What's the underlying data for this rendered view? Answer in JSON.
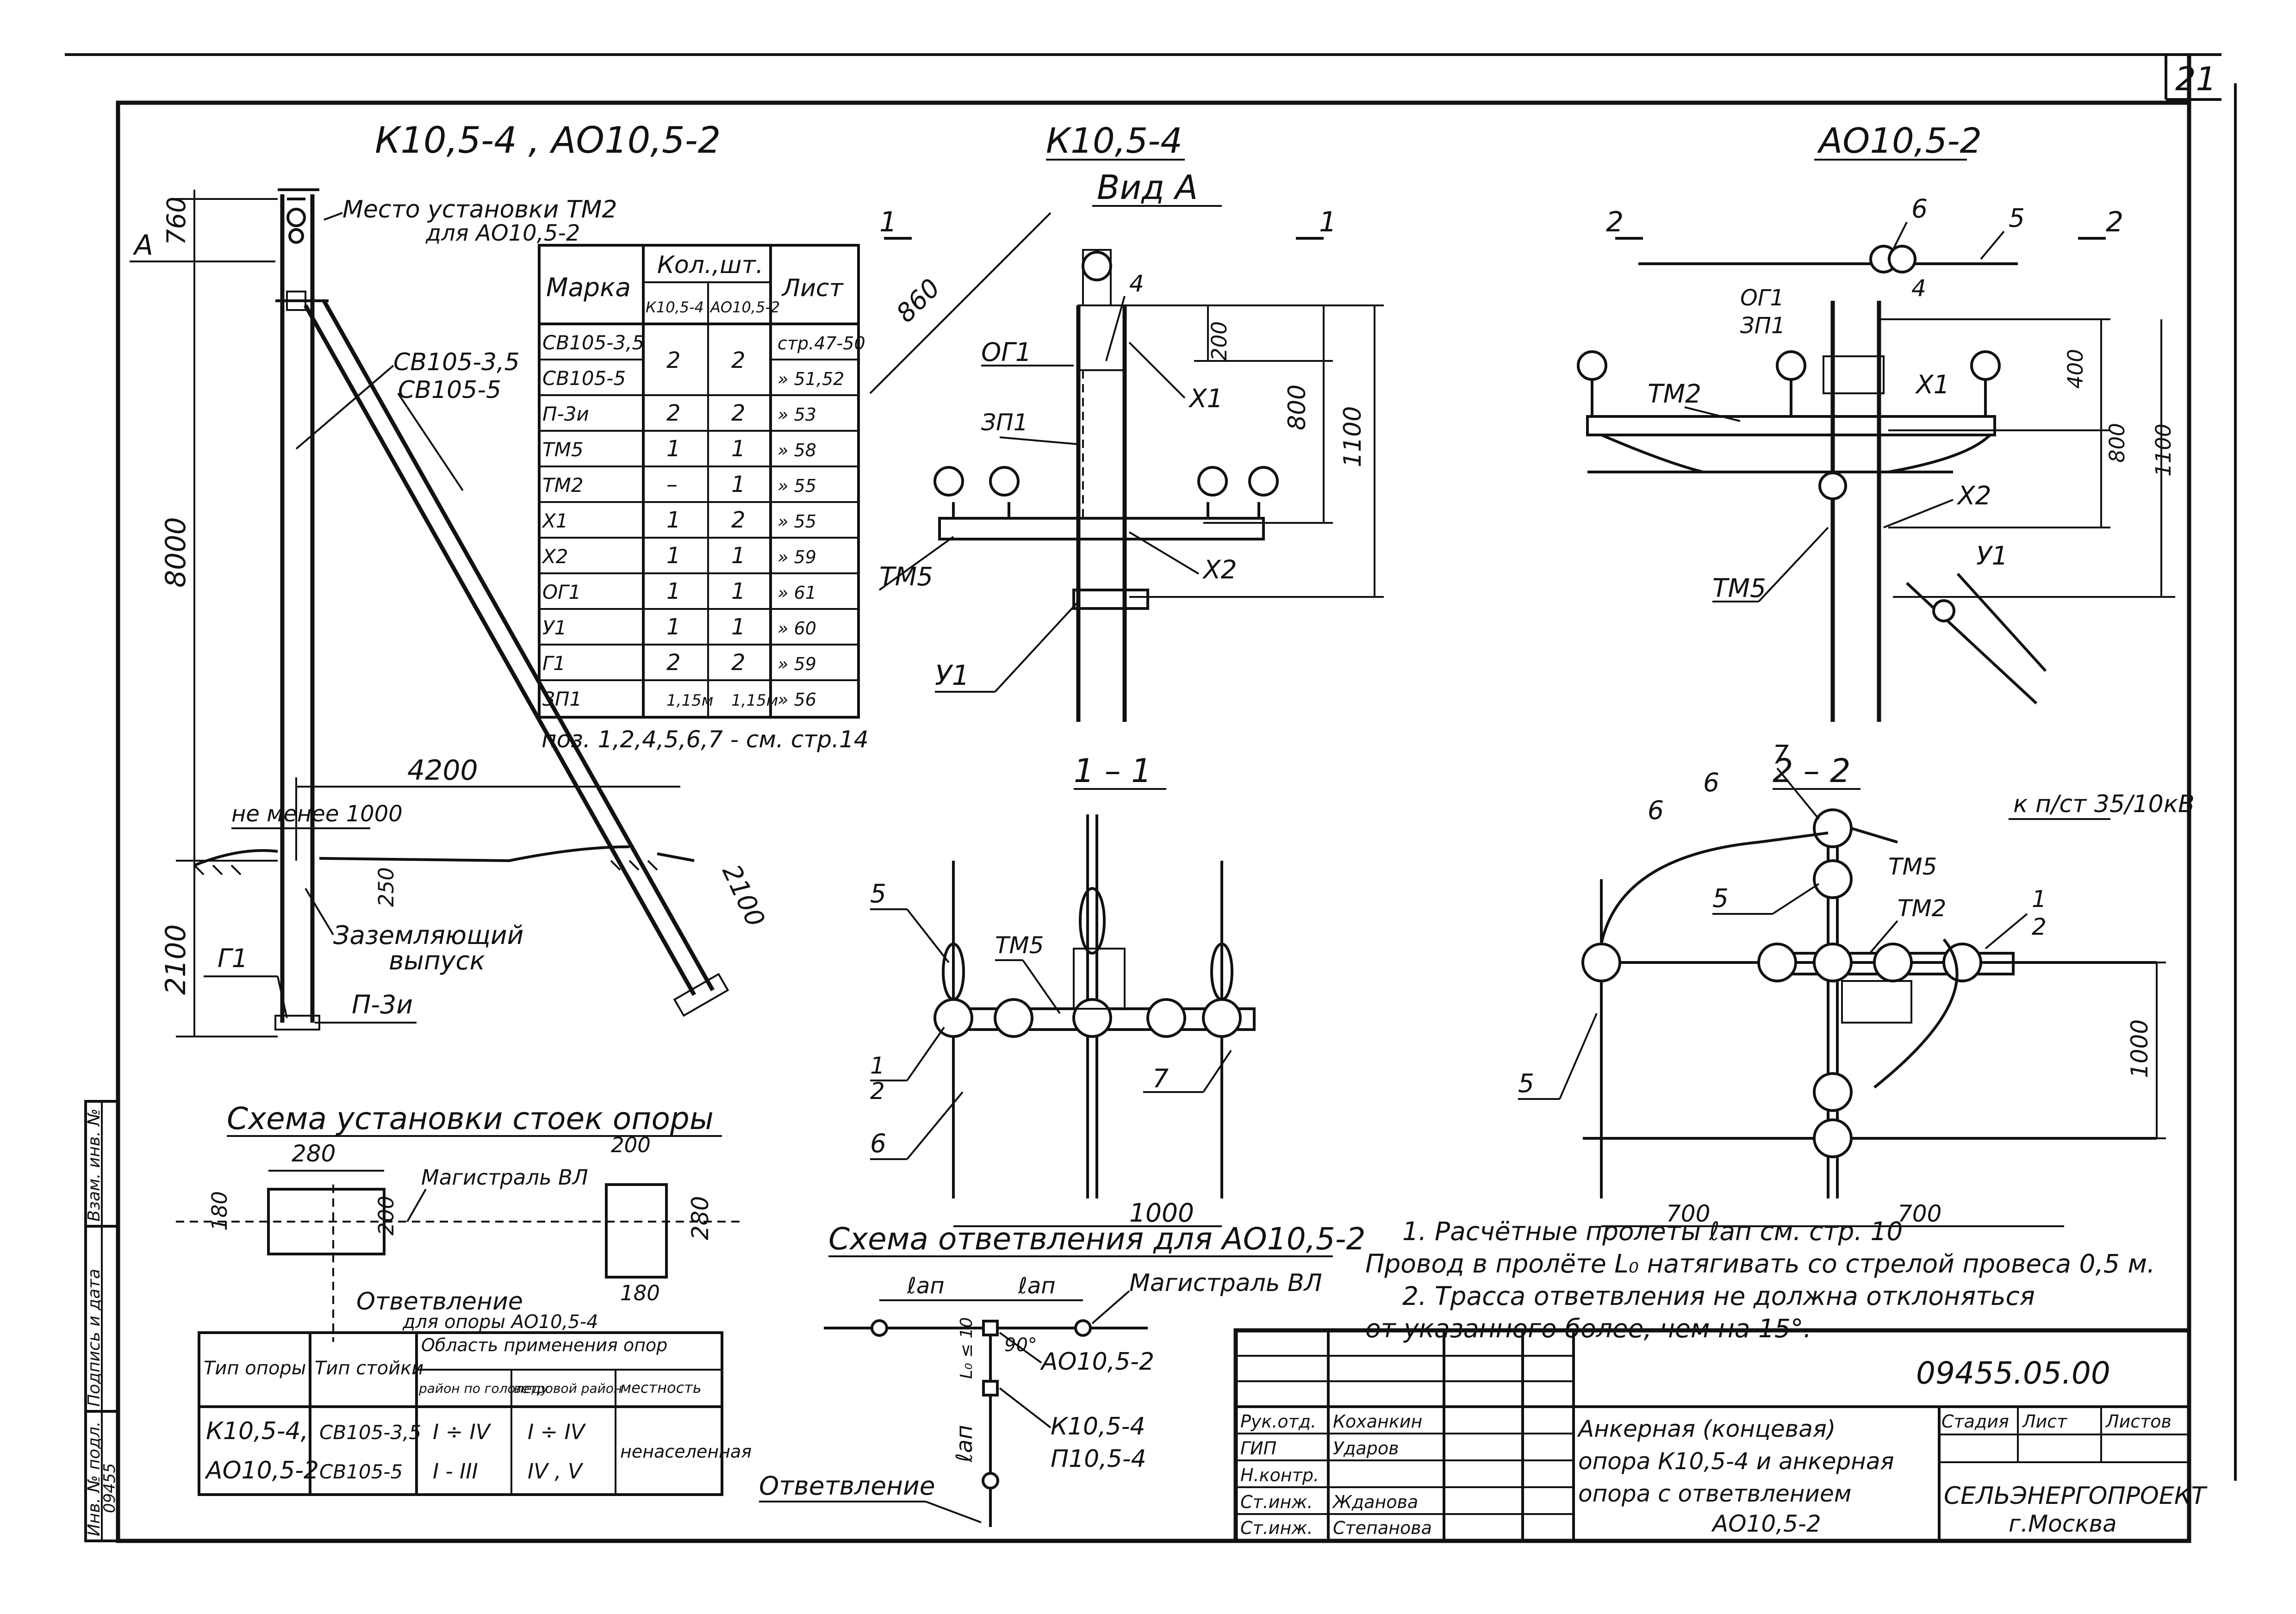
{
  "page_number": "21",
  "left_title": "К10,5-4 ,  АО10,5-2",
  "mid_title": "К10,5-4",
  "mid_subtitle": "Вид А",
  "right_title": "АО10,5-2",
  "pole": {
    "place_label": "Место установки ТМ2",
    "place_label2": "для АО10,5-2",
    "dim_top": "760",
    "dim_height": "8000",
    "dim_below": "2100",
    "dim_span": "4200",
    "dim_min": "не менее 1000",
    "dim_250": "250",
    "dim_strut": "2100",
    "arrow_a": "А",
    "sv1": "СВ105-3,5",
    "sv2": "СВ105-5",
    "ground_label": "Заземляющий",
    "ground_label2": "выпуск",
    "g1": "Г1",
    "p3n": "П-3и"
  },
  "spec_table": {
    "headers": {
      "mark": "Марка",
      "qty": "Кол.,шт.",
      "sheet": "Лист",
      "k": "К10,5-4",
      "ao": "АО10,5-2"
    },
    "rows": [
      {
        "mark": "СВ105-3,5",
        "k": "2",
        "ao": "2",
        "sheet": "стр.47-50"
      },
      {
        "mark": "СВ105-5",
        "k": "",
        "ao": "",
        "sheet": "» 51,52"
      },
      {
        "mark": "П-3и",
        "k": "2",
        "ao": "2",
        "sheet": "» 53"
      },
      {
        "mark": "ТМ5",
        "k": "1",
        "ao": "1",
        "sheet": "» 58"
      },
      {
        "mark": "ТМ2",
        "k": "–",
        "ao": "1",
        "sheet": "» 55"
      },
      {
        "mark": "Х1",
        "k": "1",
        "ao": "2",
        "sheet": "» 55"
      },
      {
        "mark": "Х2",
        "k": "1",
        "ao": "1",
        "sheet": "» 59"
      },
      {
        "mark": "ОГ1",
        "k": "1",
        "ao": "1",
        "sheet": "» 61"
      },
      {
        "mark": "У1",
        "k": "1",
        "ao": "1",
        "sheet": "» 60"
      },
      {
        "mark": "Г1",
        "k": "2",
        "ao": "2",
        "sheet": "» 59"
      },
      {
        "mark": "ЗП1",
        "k": "1,15м",
        "ao": "1,15м",
        "sheet": "» 56"
      }
    ],
    "note": "поз. 1,2,4,5,6,7 - см. стр.14"
  },
  "view_a": {
    "section_mark": "1",
    "dim_860": "860",
    "dim_200": "200",
    "dim_800": "800",
    "dim_1100": "1100",
    "labels": {
      "og1": "ОГ1",
      "zp1": "ЗП1",
      "tm5": "ТМ5",
      "x1": "Х1",
      "x2": "Х2",
      "y1": "У1",
      "pos4": "4"
    }
  },
  "view_ao": {
    "section_mark": "2",
    "dim_400": "400",
    "dim_800": "800",
    "dim_1100": "1100",
    "labels": {
      "og1": "ОГ1",
      "zp1": "ЗП1",
      "tm2": "ТМ2",
      "tm5": "ТМ5",
      "x1": "Х1",
      "x2": "Х2",
      "y1": "У1",
      "pos4": "4",
      "pos5": "5",
      "pos6": "6"
    }
  },
  "section_11": {
    "title": "1 – 1",
    "dim": "1000",
    "labels": {
      "p5": "5",
      "tm5": "ТМ5",
      "p1": "1",
      "p2": "2",
      "p6": "6",
      "p7": "7"
    }
  },
  "section_22": {
    "title": "2 – 2",
    "to_pole": "к п/ст 35/10кВ",
    "dim_1000": "1000",
    "dim_700a": "700",
    "dim_700b": "700",
    "labels": {
      "p6": "6",
      "p7": "7",
      "tm5": "ТМ5",
      "p5a": "5",
      "tm2": "ТМ2",
      "p1": "1",
      "p2": "2",
      "p5b": "5"
    }
  },
  "install_scheme": {
    "title": "Схема установки стоек опоры",
    "d280": "280",
    "d180": "180",
    "d200": "200",
    "d200b": "200",
    "d280b": "280",
    "d180b": "180",
    "main_line": "Магистраль ВЛ",
    "branch": "Ответвление",
    "branch2": "для опоры АО10,5-4"
  },
  "branch_scheme": {
    "title": "Схема ответвления для АО10,5-2",
    "l1": "ℓап",
    "l2": "ℓап",
    "l3": "ℓап",
    "l4": "L₀ ≤ 10",
    "angle": "90°",
    "main_line": "Магистраль ВЛ",
    "s1": "АО10,5-2",
    "s2": "К10,5-4",
    "s3": "П10,5-4",
    "branch": "Ответвление"
  },
  "notes": [
    "1. Расчётные пролеты ℓап см. стр. 10",
    "Провод в пролёте L₀ натягивать со стрелой провеса 0,5 м.",
    "2. Трасса ответвления не должна отклоняться",
    "от указанного более, чем на 15°."
  ],
  "app_table": {
    "headers": {
      "type": "Тип опоры",
      "rack": "Тип стойки",
      "area": "Область применения опор",
      "ice": "район по гололеду",
      "wind": "ветровой район",
      "terrain": "местность"
    },
    "rows": [
      {
        "type": "К10,5-4,",
        "rack": "СВ105-3,5",
        "ice": "I ÷ IV",
        "wind": "I ÷ IV"
      },
      {
        "type": "АО10,5-2",
        "rack": "СВ105-5",
        "ice": "I - III",
        "wind": "IV , V"
      }
    ],
    "terrain_value": "ненаселенная"
  },
  "side_stamp": {
    "inv": "Инв. № подл.",
    "sign": "Подпись и дата",
    "vzam": "Взам. инв. №",
    "inv_value": "09455"
  },
  "title_block": {
    "doc_code": "09455.05.00",
    "roles": [
      {
        "role": "Рук.отд.",
        "name": "Коханкин"
      },
      {
        "role": "ГИП",
        "name": "Ударов"
      },
      {
        "role": "Н.контр.",
        "name": ""
      },
      {
        "role": "Ст.инж.",
        "name": "Жданова"
      },
      {
        "role": "Ст.инж.",
        "name": "Степанова"
      }
    ],
    "title_lines": [
      "Анкерная (концевая)",
      "опора К10,5-4 и анкерная",
      "опора с ответвлением",
      "АО10,5-2"
    ],
    "stage": "Стадия",
    "sheet": "Лист",
    "sheets": "Листов",
    "org": "СЕЛЬЭНЕРГОПРОЕКТ",
    "city": "г.Москва"
  }
}
